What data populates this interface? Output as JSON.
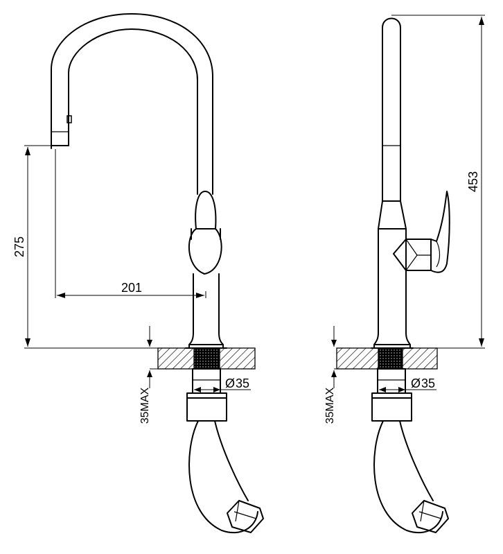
{
  "front_view": {
    "dim_height": "275",
    "dim_reach": "201",
    "dim_diameter": "35",
    "dim_thickness": "35MAX"
  },
  "side_view": {
    "dim_total_height": "453",
    "dim_diameter": "35",
    "dim_thickness": "35MAX"
  },
  "symbols": {
    "diameter": "Ø"
  }
}
